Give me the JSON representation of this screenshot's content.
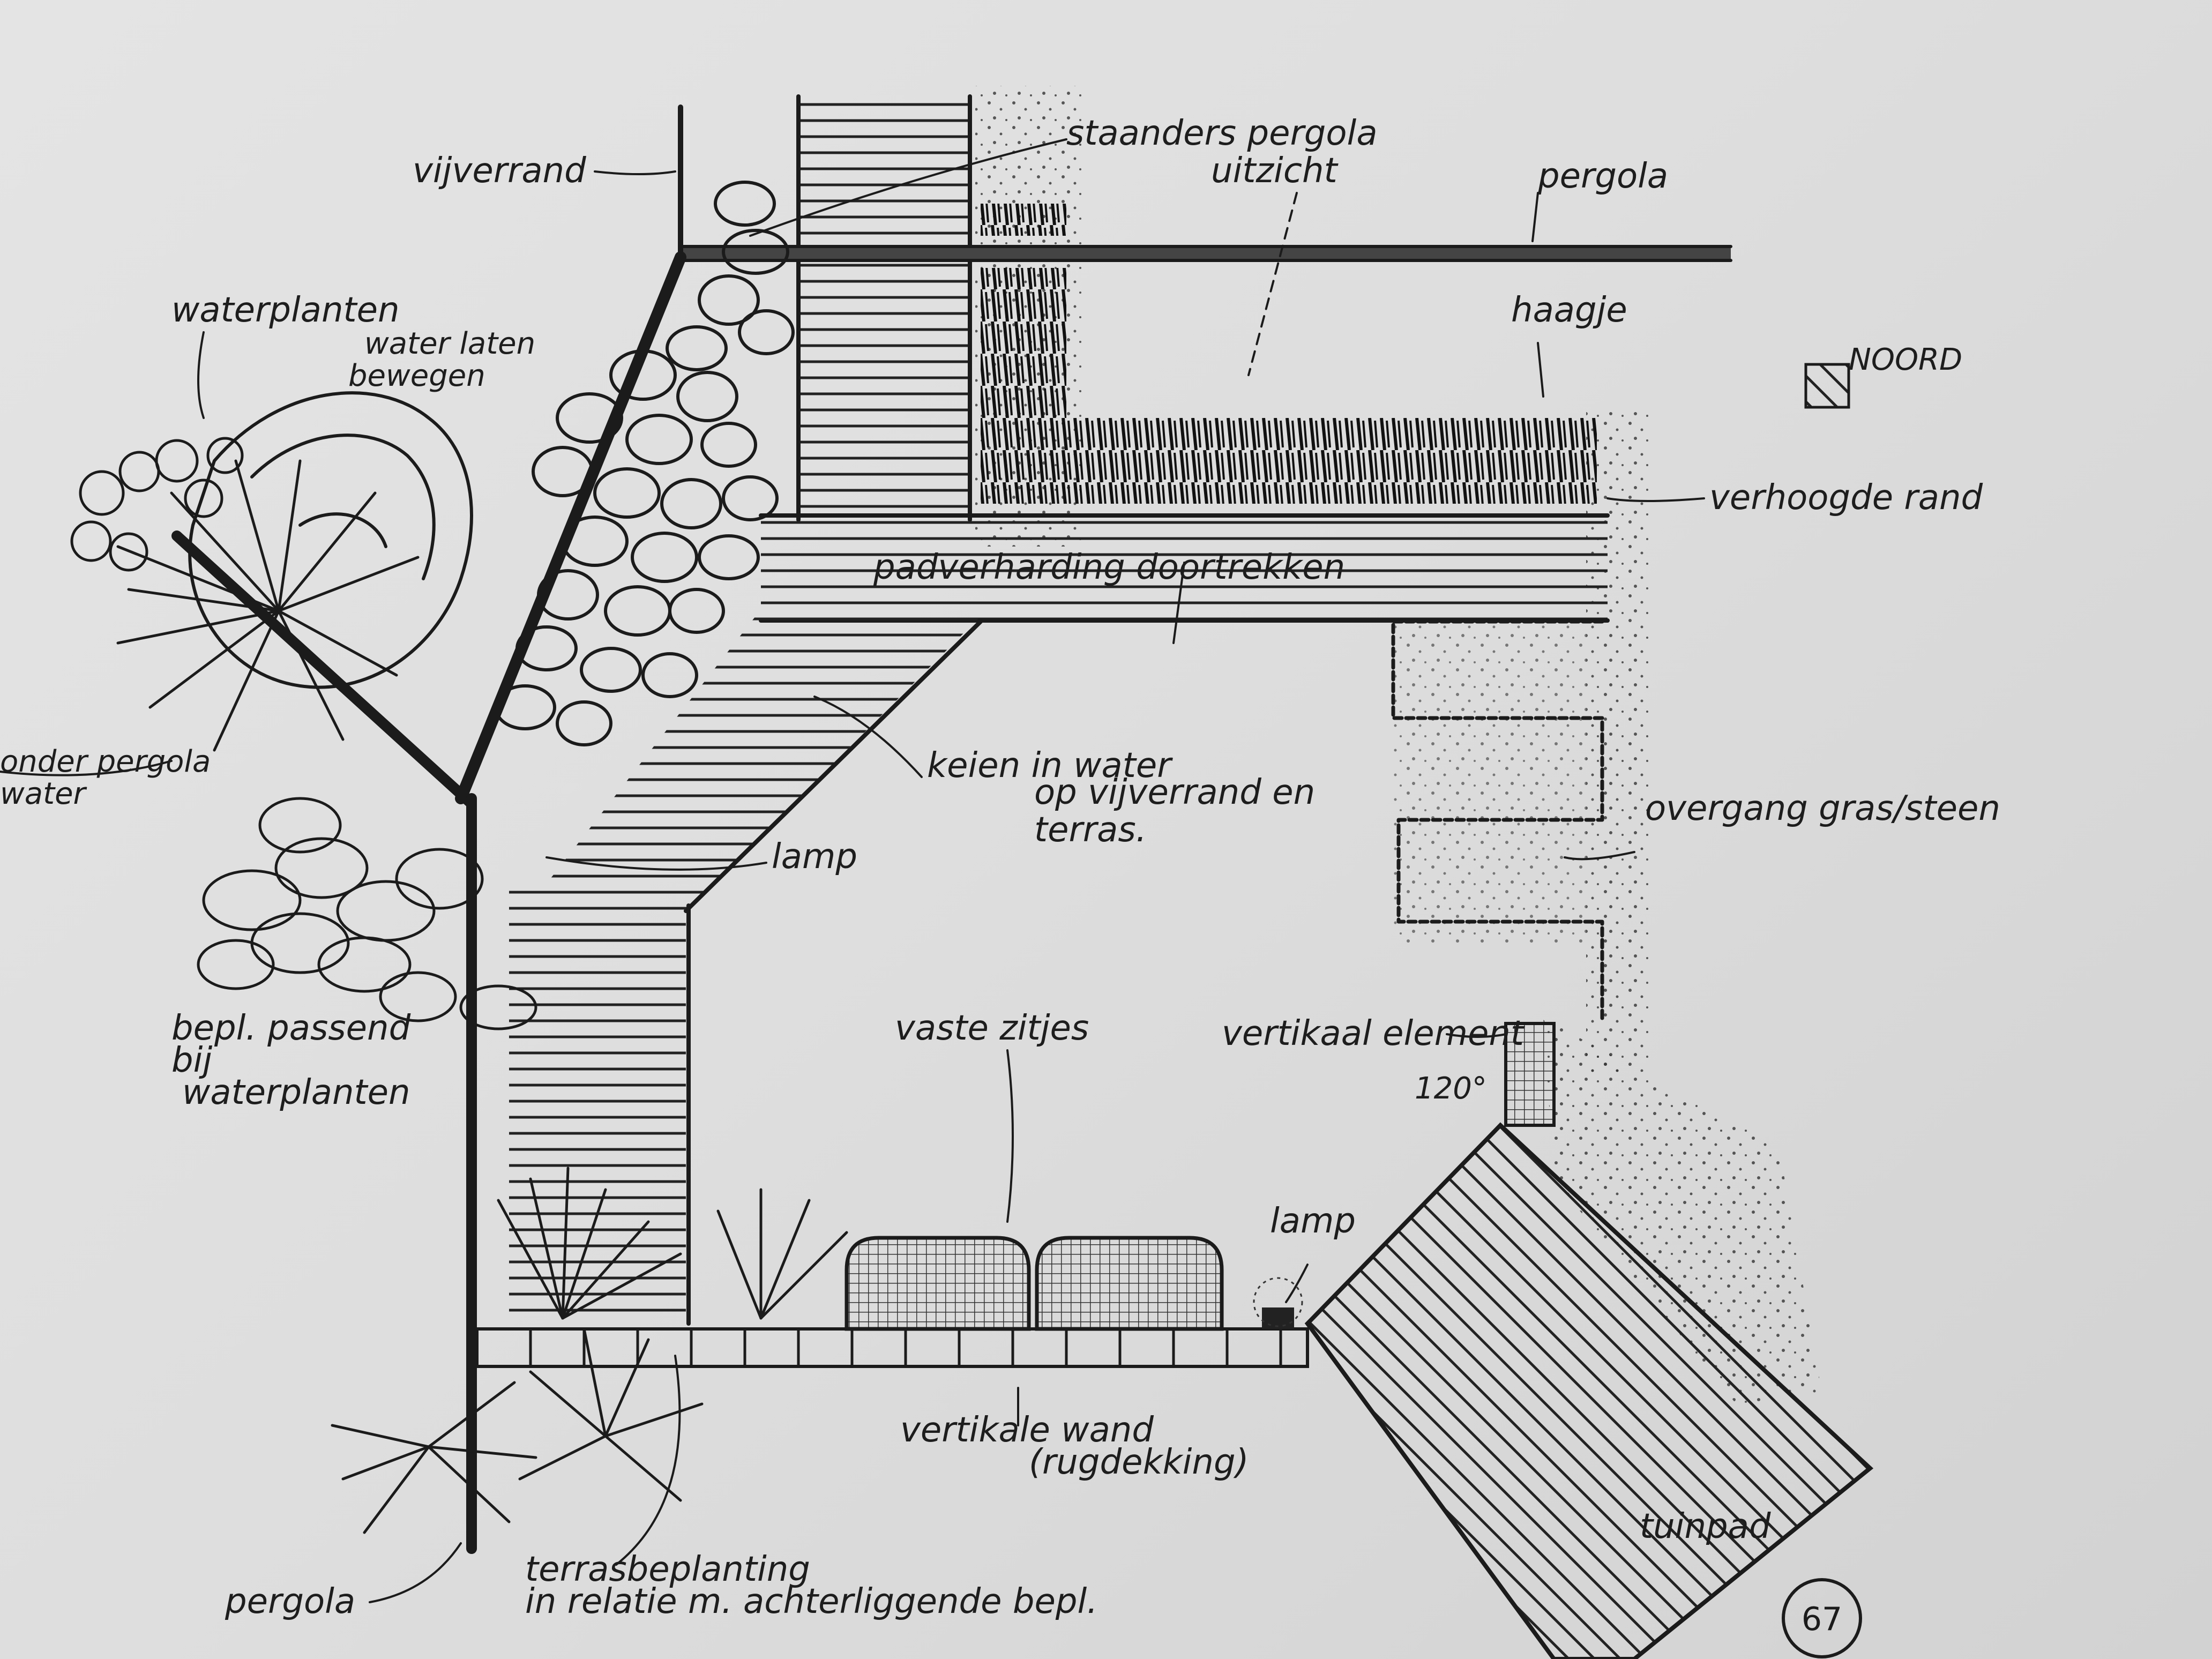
{
  "labels": {
    "vijverrand": "vijverrand",
    "staanders_pergola": "staanders pergola",
    "uitzicht": "uitzicht",
    "pergola_top": "pergola",
    "waterplanten": "waterplanten",
    "water_laten": "water laten",
    "bewegen": "bewegen",
    "haagje": "haagje",
    "noord": "NOORD",
    "verhoogde_rand": "verhoogde rand",
    "padverharding": "padverharding doortrekken",
    "keien_1": "keien in water",
    "keien_2": "op vijverrand en",
    "keien_3": "terras.",
    "onder_pergola": "onder pergola",
    "water_left": "water",
    "lamp_upper": "lamp",
    "overgang": "overgang gras/steen",
    "bepl_1": "bepl. passend",
    "bepl_2": "bij",
    "bepl_3": "waterplanten",
    "vaste_zitjes": "vaste zitjes",
    "vertikaal_element": "vertikaal element",
    "angle": "120°",
    "lamp_lower": "lamp",
    "vertikale_wand_1": "vertikale wand",
    "vertikale_wand_2": "(rugdekking)",
    "tuinpad": "tuinpad",
    "pergola_bottom": "pergola",
    "terrasbeplanting_1": "terrasbeplanting",
    "terrasbeplanting_2": "in relatie m. achterliggende bepl."
  },
  "page_number": "67",
  "colors": {
    "paper": "#e2e2e2",
    "ink": "#1b1b1b"
  }
}
